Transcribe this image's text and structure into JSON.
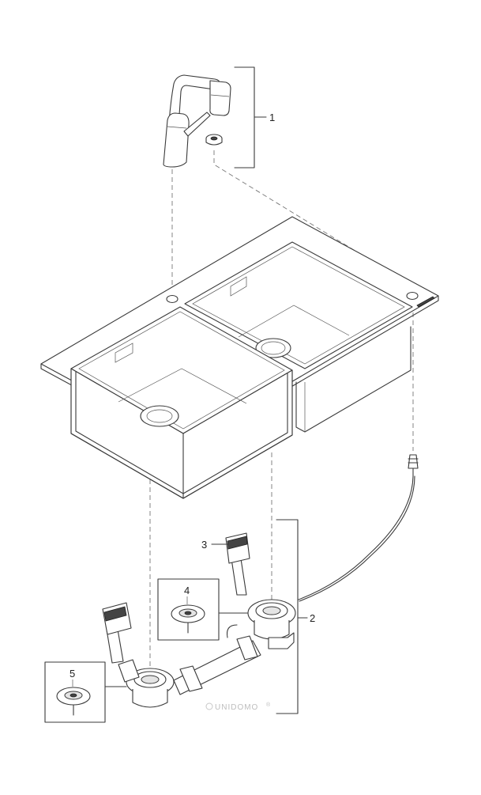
{
  "callouts": [
    {
      "number": "1"
    },
    {
      "number": "2"
    },
    {
      "number": "3"
    },
    {
      "number": "4"
    },
    {
      "number": "5"
    }
  ],
  "watermark": "UNIDOMO",
  "watermark_mark": "®"
}
